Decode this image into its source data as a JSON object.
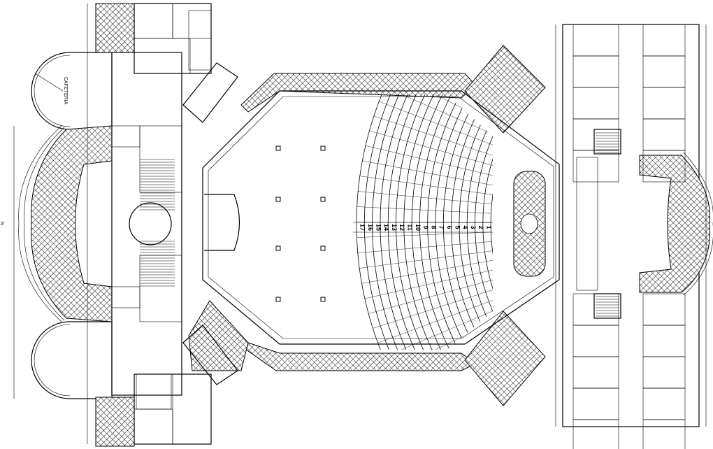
{
  "drawing": {
    "title": "Auditorium Floor Plan",
    "cafeteria_label": "CAFETERIA",
    "seat_rows": [
      "1",
      "2",
      "3",
      "4",
      "5",
      "6",
      "7",
      "8",
      "9",
      "10",
      "11",
      "12",
      "13",
      "14",
      "15",
      "16",
      "17"
    ],
    "north_mark": "N"
  },
  "colors": {
    "line": "#000000",
    "background": "#ffffff"
  }
}
